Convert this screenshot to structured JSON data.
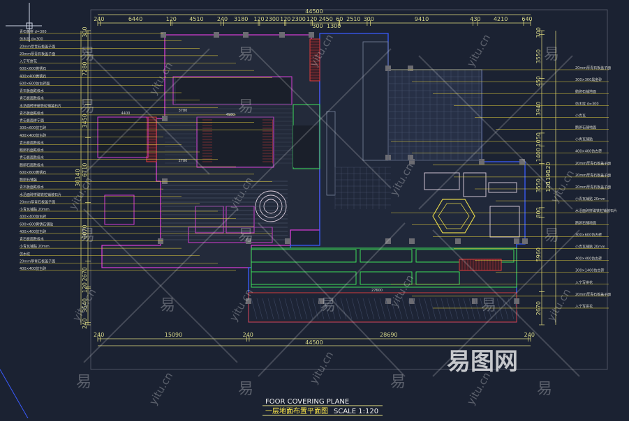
{
  "colors": {
    "background": "#1b2232",
    "dimension_line": "#e6e080",
    "leader_line": "#e8d23c",
    "wall_magenta": "#d43cd4",
    "outline_blue": "#3a5cff",
    "room_green": "#3ce05a",
    "stair_red": "#e23c3c",
    "watermark": "#ffffff"
  },
  "top_dimensions": {
    "total": "44500",
    "segments": [
      "240",
      "6440",
      "120",
      "4510",
      "240",
      "3180",
      "120",
      "2300",
      "120",
      "2300",
      "120",
      "2450",
      "60",
      "2510",
      "300",
      "9410",
      "430",
      "4210",
      "640"
    ],
    "sub_labels": [
      "300",
      "1300"
    ]
  },
  "bottom_dimensions": {
    "total": "44500",
    "segments": [
      "240",
      "15090",
      "240",
      "28690",
      "240"
    ]
  },
  "left_dimensions": {
    "total": "30140",
    "segments": [
      "300",
      "7280",
      "3450",
      "6710",
      "6070",
      "2670",
      "120",
      "3540",
      "240"
    ]
  },
  "right_dimensions": {
    "segments": [
      "300",
      "3550",
      "450",
      "3940",
      "1050",
      "1400",
      "3550",
      "800",
      "5960",
      "2670"
    ],
    "inner": [
      "120",
      "1190",
      "120"
    ]
  },
  "left_labels": [
    "青石板拼 d=300",
    "仿木纹 d=300",
    "20mm厚青石板盖子面",
    "20mm厚青石板盖子面",
    "入宁写拼花",
    "600×600黄锈石",
    "400×400黄锈石",
    "600×600仿古砖面",
    "青石板面跌级水",
    "青石板面跌级水",
    "水沿面砖拼磁铁粒铺装石片",
    "青石板面跌级水",
    "青石板面拼宁面",
    "300×600仿古砖",
    "400×400仿古砖",
    "青石板面跌级水",
    "鹅卵石面跌级水",
    "青石板面跌级水",
    "鹅卵石面跌级水",
    "600×600黄锈石",
    "鹅卵石铺装",
    "青石板面跌级水",
    "水沿面砖拼磁铁粒铺装石片",
    "20mm厚青石板盖子面",
    "小青瓦铺贴 20mm",
    "400×400仿古砖",
    "600×600黄锈石铺贴",
    "400×400仿古砖",
    "青石板面跌级水",
    "小青瓦铺贴 20mm",
    "仿木纹",
    "20mm厚青石板盖子面",
    "400×400仿古砖"
  ],
  "right_labels": [
    "20mm厚青石板盖子面",
    "300×300黑金砂",
    "鹅卵石铺地面",
    "仿木纹 d=300",
    "小青瓦",
    "鹅卵石铺地面",
    "小青瓦铺贴",
    "400×400仿古砖",
    "20mm厚青石板盖子面",
    "20mm厚青石板盖子面",
    "20mm厚青石板盖子面",
    "小青瓦铺贴 20mm",
    "水沿面砖拼磁铁粒铺装石片",
    "鹅卵石铺地面",
    "300×600仿古砖",
    "小青瓦铺贴 20mm",
    "400×400仿古砖",
    "300×1400仿古砖",
    "入宁写拼花",
    "20mm厚青石板盖子面",
    "入宁写拼花"
  ],
  "inline_labels": [
    "4400",
    "3780",
    "4980",
    "2780",
    "27600"
  ],
  "title_block": {
    "title_en": "FOOR COVERING PLANE",
    "title_cn": "一层地面布置平面图",
    "scale": "SCALE 1:120"
  },
  "watermarks": {
    "glyph": "易",
    "domain": "yitu.cn",
    "brand": "易图网"
  }
}
